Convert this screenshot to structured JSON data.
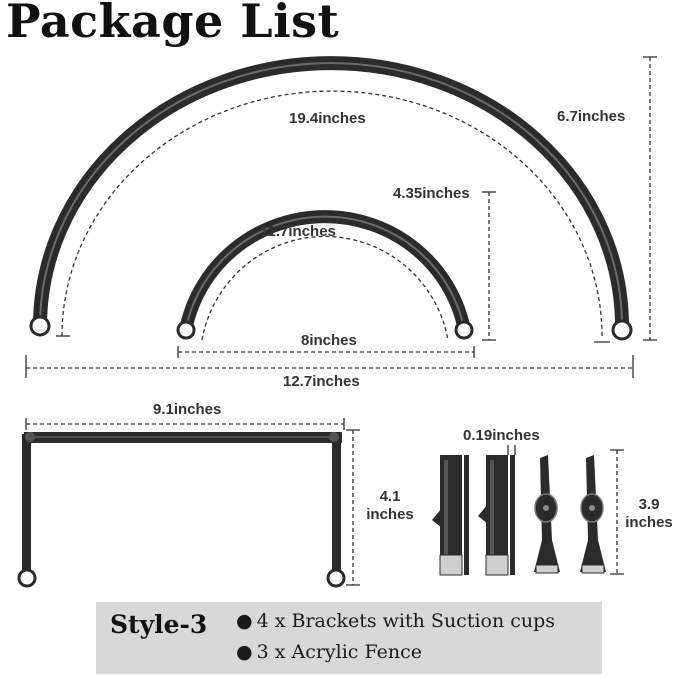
{
  "title": "Package List",
  "dimensions": {
    "large_arc_length": "19.4inches",
    "large_arc_height": "6.7inches",
    "small_arc_height": "4.35inches",
    "small_arc_length": "11.7inches",
    "small_arc_width": "8inches",
    "large_arc_width": "12.7inches",
    "fence_width": "9.1inches",
    "fence_height_line1": "4.1",
    "fence_height_line2": "inches",
    "bracket_thickness": "0.19inches",
    "bracket_height_line1": "3.9",
    "bracket_height_line2": "inches"
  },
  "footer": {
    "style": "Style-3",
    "features": [
      "4 x Brackets with Suction cups",
      "3 x Acrylic Fence"
    ],
    "bullet": "●"
  },
  "colors": {
    "part": "#2b2b2b",
    "dimension_line": "#333333",
    "footer_bg": "#d8d8d8"
  }
}
